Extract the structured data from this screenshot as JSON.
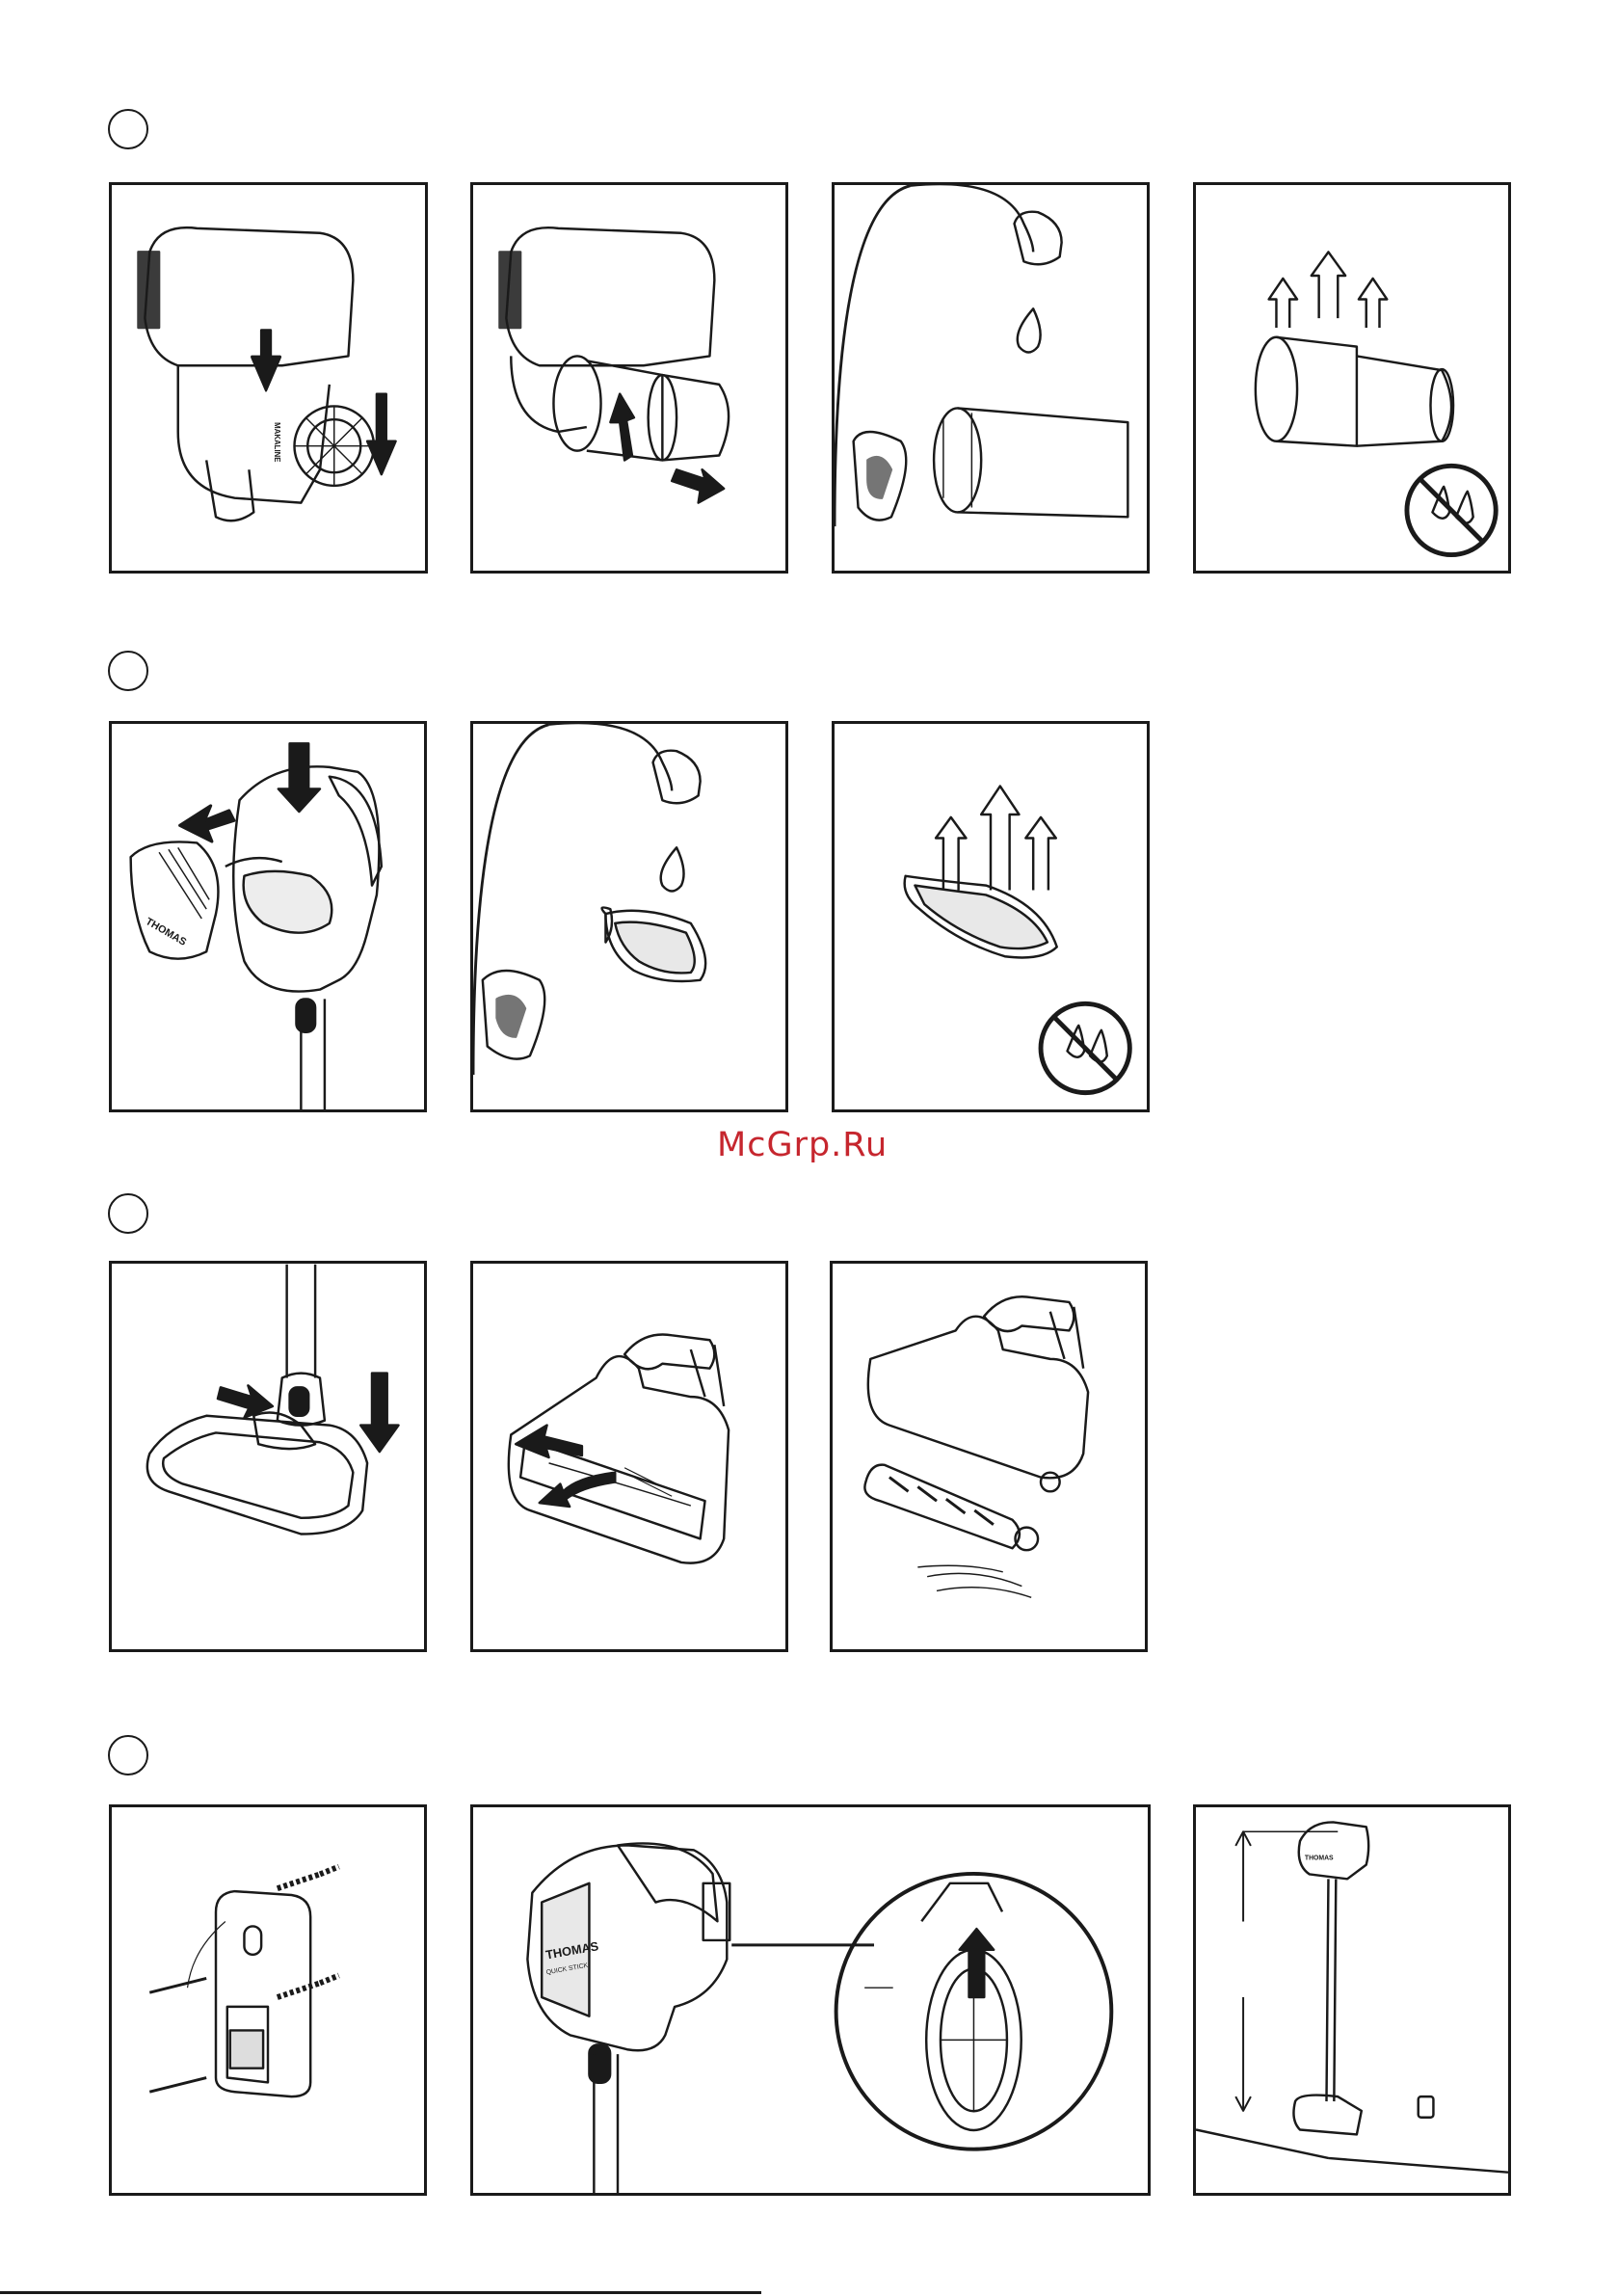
{
  "watermark": "McGrp.Ru",
  "labels": {
    "brand": "THOMAS",
    "brand_sub": "QUICK STICK",
    "side_label": "MAKALINE"
  },
  "colors": {
    "line": "#1a1a1a",
    "watermark": "#c6262e",
    "background": "#ffffff"
  },
  "steps": [
    {
      "panels": [
        "unlock-dust-container",
        "remove-filter",
        "rinse-filter",
        "dry-filter"
      ]
    },
    {
      "panels": [
        "open-container",
        "rinse-fine-filter",
        "dry-fine-filter"
      ]
    },
    {
      "panels": [
        "release-brush",
        "remove-roller",
        "clean-roller"
      ]
    },
    {
      "panels": [
        "wall-mount-screws",
        "hang-on-holder",
        "parked-stick"
      ]
    }
  ]
}
